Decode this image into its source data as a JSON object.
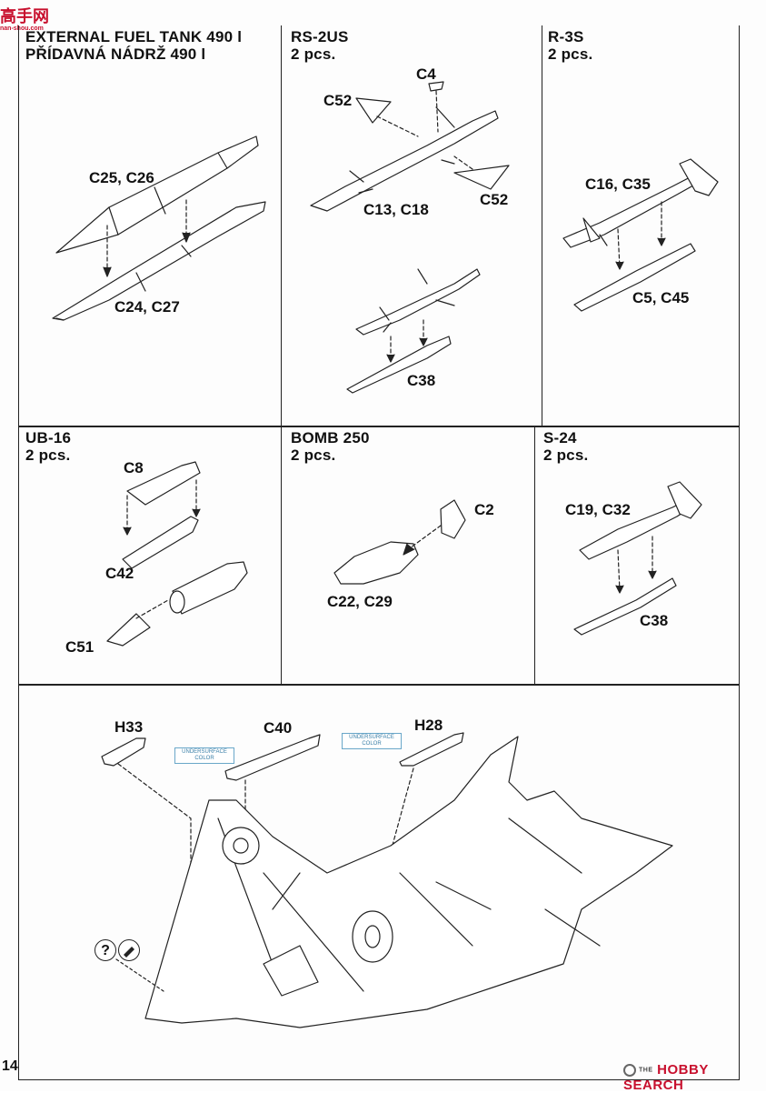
{
  "watermark": {
    "logo_text": "高手网",
    "logo_sub": "nan-shou.com",
    "brand_text": "HOBBY SEARCH",
    "brand_prefix": "THE"
  },
  "page_number": "14",
  "sections": {
    "fuel_tank": {
      "title_line1": "EXTERNAL FUEL TANK 490 l",
      "title_line2": "PŘÍDAVNÁ NÁDRŽ 490 l",
      "labels": [
        "C25, C26",
        "C24, C27"
      ]
    },
    "rs2us": {
      "title_line1": "RS-2US",
      "title_line2": "2 pcs.",
      "labels": [
        "C4",
        "C52",
        "C13, C18",
        "C52",
        "C38"
      ]
    },
    "r3s": {
      "title_line1": "R-3S",
      "title_line2": "2 pcs.",
      "labels": [
        "C16, C35",
        "C5, C45"
      ]
    },
    "ub16": {
      "title_line1": "UB-16",
      "title_line2": "2 pcs.",
      "labels": [
        "C8",
        "C42",
        "C51"
      ]
    },
    "bomb250": {
      "title_line1": "BOMB 250",
      "title_line2": "2 pcs.",
      "labels": [
        "C2",
        "C22, C29"
      ]
    },
    "s24": {
      "title_line1": "S-24",
      "title_line2": "2 pcs.",
      "labels": [
        "C19, C32",
        "C38"
      ]
    },
    "assembly": {
      "labels": [
        "H33",
        "C40",
        "H28"
      ],
      "notes": [
        "UNDERSURFACE COLOR",
        "UNDERSURFACE COLOR"
      ],
      "symbols": [
        "?"
      ]
    }
  },
  "colors": {
    "line": "#222222",
    "note": "#3a7fa8",
    "brand_red": "#c8102e"
  }
}
